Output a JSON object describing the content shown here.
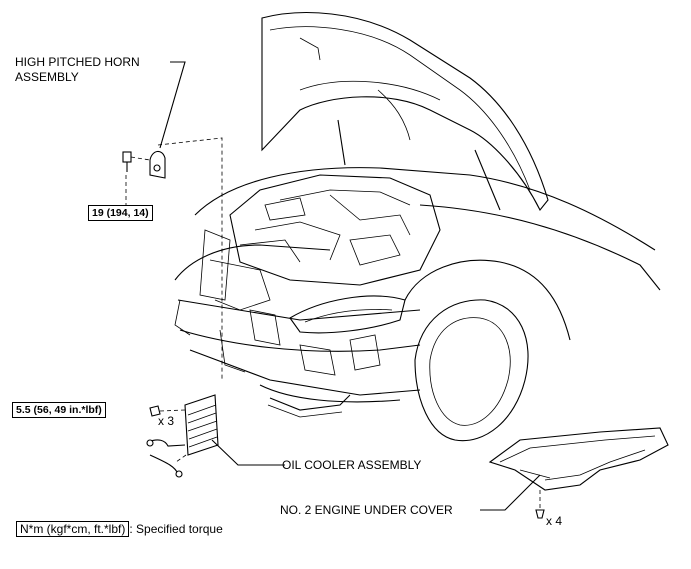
{
  "labels": {
    "horn_line1": "HIGH PITCHED HORN",
    "horn_line2": "ASSEMBLY",
    "oil_cooler": "OIL COOLER ASSEMBLY",
    "under_cover": "NO. 2 ENGINE UNDER COVER"
  },
  "torques": {
    "horn_bolt": "19 (194, 14)",
    "cooler_bolt": "5.5 (56, 49 in.*lbf)"
  },
  "quantities": {
    "cooler_bolts": "x 3",
    "cover_clips": "x 4"
  },
  "legend": {
    "unit": "N*m (kgf*cm, ft.*lbf)",
    "text": ": Specified torque"
  }
}
